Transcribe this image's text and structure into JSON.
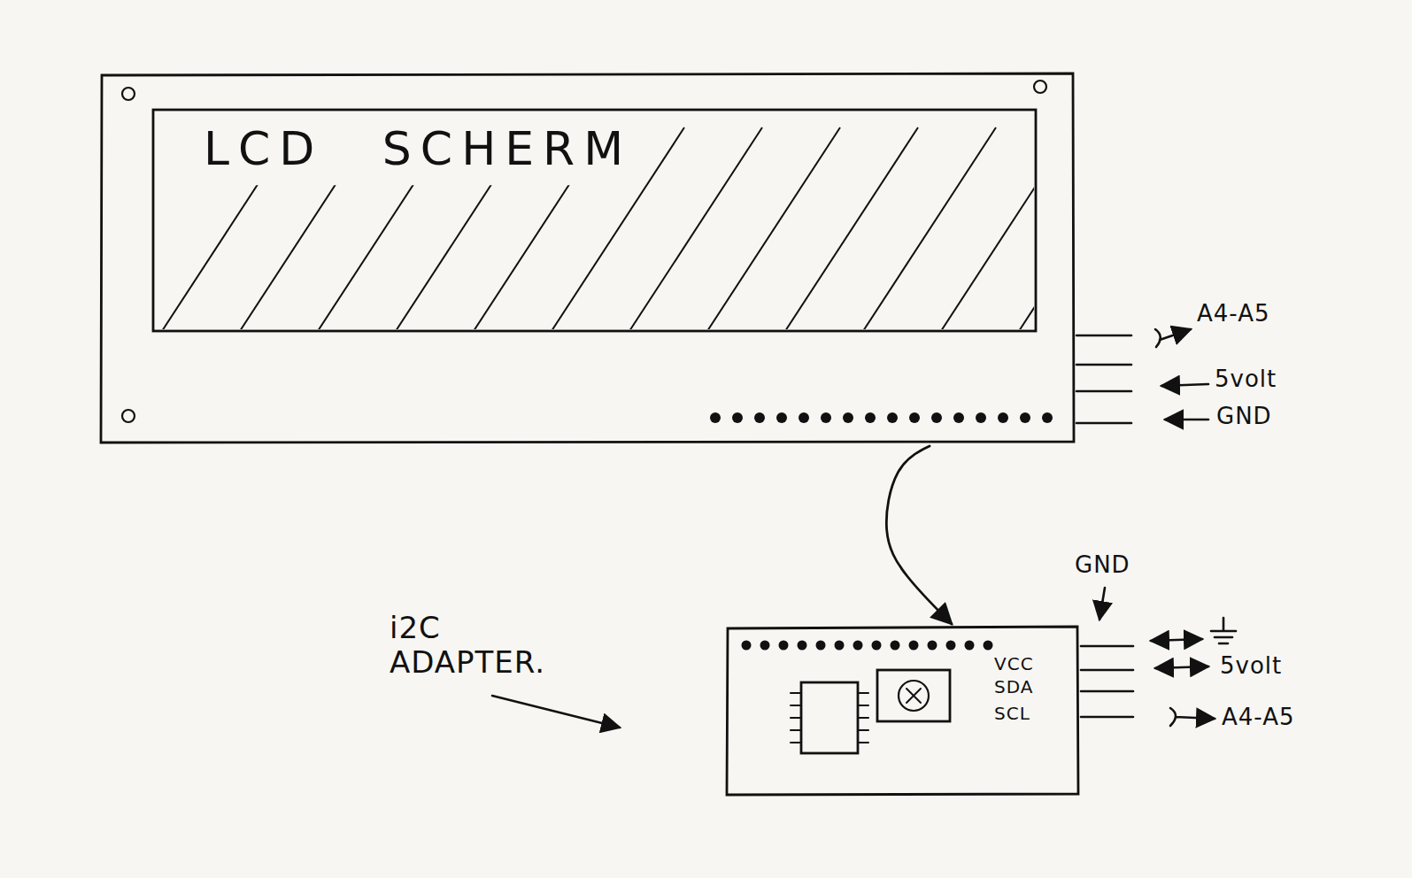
{
  "diagram": {
    "nodes": [
      {
        "text": [
          "LCD SCHERM"
        ]
      },
      {
        "text": [
          "VCC",
          "SDA",
          "SCL"
        ]
      }
    ],
    "edges": [
      {
        "from": 0,
        "to": 1,
        "arrow": "to"
      }
    ],
    "labels": [
      "A4-A5",
      "5volt",
      "GND",
      "GND",
      "i2C ADAPTER.",
      "5volt",
      "A4-A5"
    ]
  }
}
